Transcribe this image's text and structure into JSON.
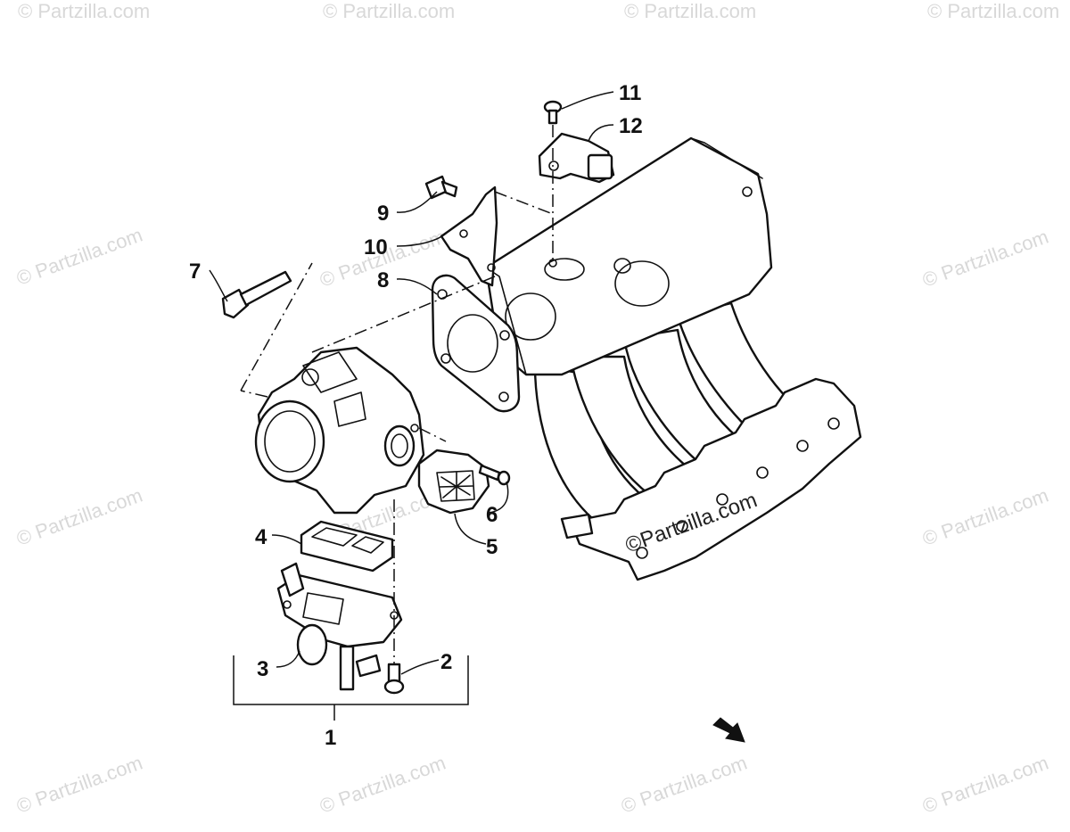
{
  "callouts": {
    "c1": "1",
    "c2": "2",
    "c3": "3",
    "c4": "4",
    "c5": "5",
    "c6": "6",
    "c7": "7",
    "c8": "8",
    "c9": "9",
    "c10": "10",
    "c11": "11",
    "c12": "12"
  },
  "watermark": {
    "text": "© Partzilla.com",
    "center_stamp": "©Partzilla.com"
  },
  "direction_arrow_icon": "arrow-down-right-icon"
}
